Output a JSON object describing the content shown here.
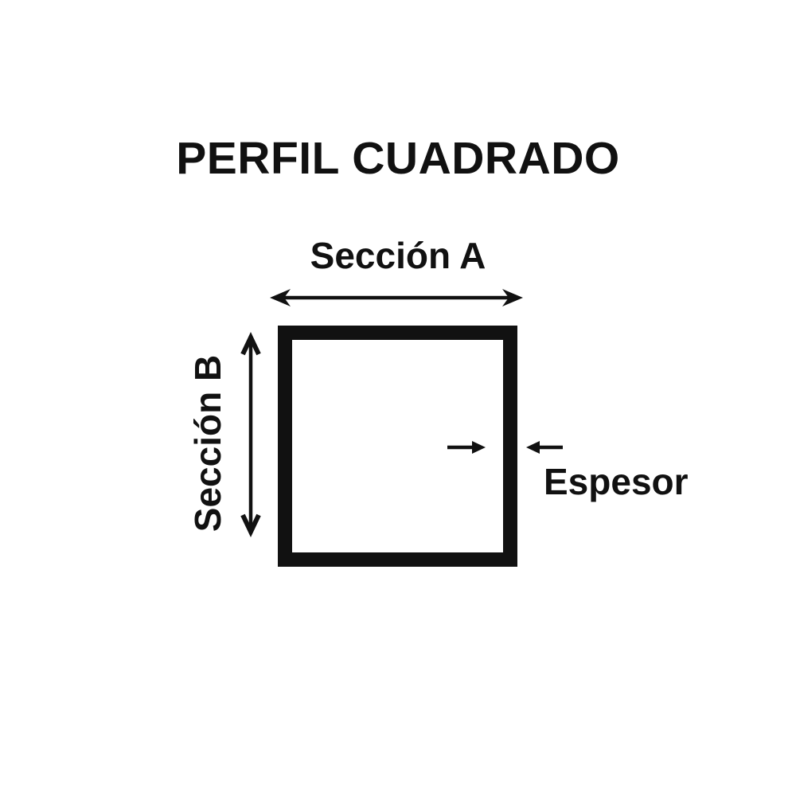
{
  "page": {
    "background_color": "#ffffff",
    "ink_color": "#111111"
  },
  "title": "PERFIL CUADRADO",
  "diagram": {
    "shape": "square-tube-profile",
    "section_a_label": "Sección A",
    "section_b_label": "Sección B",
    "thickness_label": "Espesor",
    "icons": {
      "section_a_arrow": "horizontal-double-arrow-icon",
      "section_b_arrow": "vertical-double-arrow-icon",
      "thickness_inner_arrow": "arrow-right-icon",
      "thickness_outer_arrow": "arrow-left-icon"
    }
  }
}
